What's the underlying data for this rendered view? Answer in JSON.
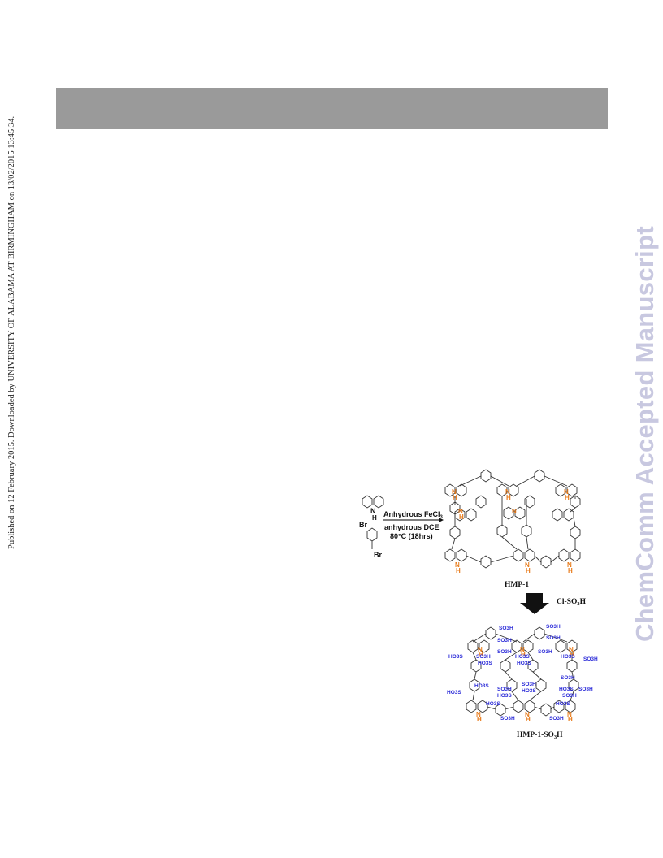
{
  "side_note": "Published on 12 February 2015. Downloaded by UNIVERSITY OF ALABAMA AT BIRMINGHAM on 13/02/2015 13:45:34.",
  "watermark": "ChemComm Accepted Manuscript",
  "scheme": {
    "reagent_line1": "Anhydrous FeCl",
    "reagent_line1_sub": "3",
    "reagent_line2": "anhydrous DCE",
    "reagent_line3": "80°C (18hrs)",
    "monomer_labels": {
      "nh": "N",
      "h": "H",
      "br1": "Br",
      "br2": "Br"
    },
    "product1": "HMP-1",
    "reagent2": "Cl-SO",
    "reagent2_sub": "3",
    "reagent2_end": "H",
    "product2": "HMP-1-SO",
    "product2_sub": "3",
    "product2_end": "H",
    "nh_label": "N",
    "h_label": "H",
    "so3h_label": "SO3H",
    "ho3s_label": "HO3S"
  }
}
